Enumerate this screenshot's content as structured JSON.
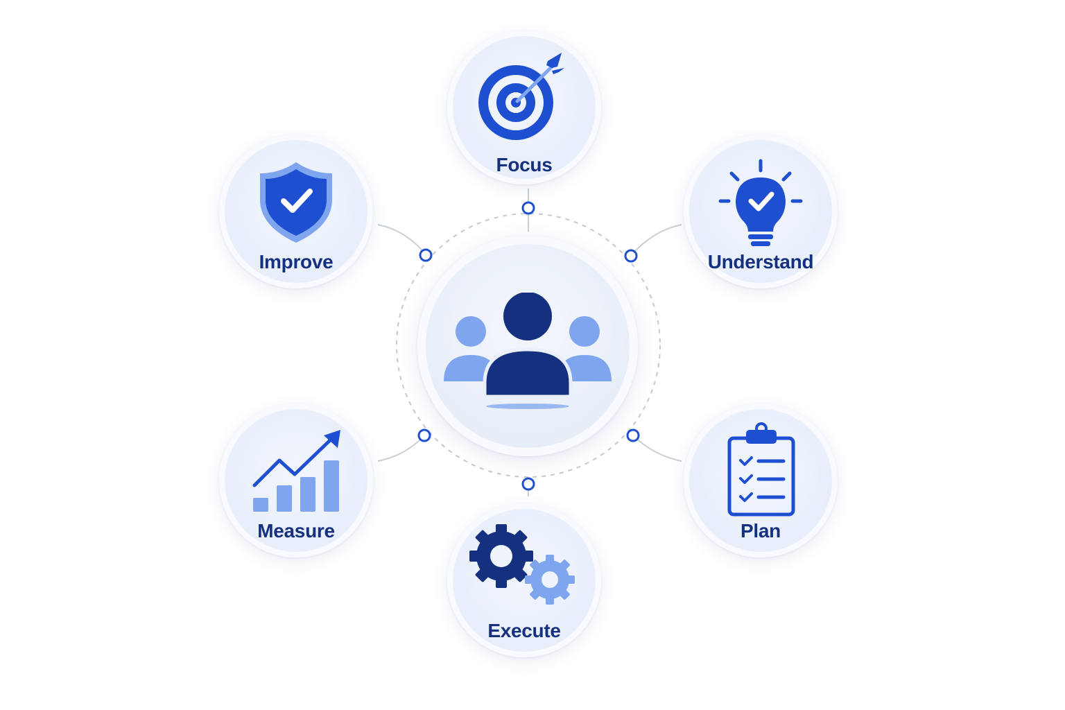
{
  "diagram": {
    "center": {
      "icon": "team-people-icon"
    },
    "nodes": [
      {
        "id": "focus",
        "label": "Focus",
        "icon": "target-arrow-icon"
      },
      {
        "id": "understand",
        "label": "Understand",
        "icon": "lightbulb-check-icon"
      },
      {
        "id": "plan",
        "label": "Plan",
        "icon": "clipboard-checklist-icon"
      },
      {
        "id": "execute",
        "label": "Execute",
        "icon": "gears-icon"
      },
      {
        "id": "measure",
        "label": "Measure",
        "icon": "growth-chart-icon"
      },
      {
        "id": "improve",
        "label": "Improve",
        "icon": "shield-check-icon"
      }
    ]
  },
  "colors": {
    "primary": "#1f4fd1",
    "dark": "#14307e",
    "light": "#7ea5ee",
    "ring": "#c3c8d2",
    "connector": "#c9ced8",
    "dot": "#1f4fd1"
  }
}
